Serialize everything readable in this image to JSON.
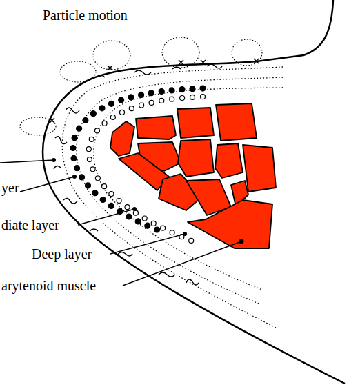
{
  "diagram": {
    "labels": [
      "Particle motion",
      "yer",
      "diate layer",
      "Deep layer",
      "arytenoid muscle"
    ]
  }
}
